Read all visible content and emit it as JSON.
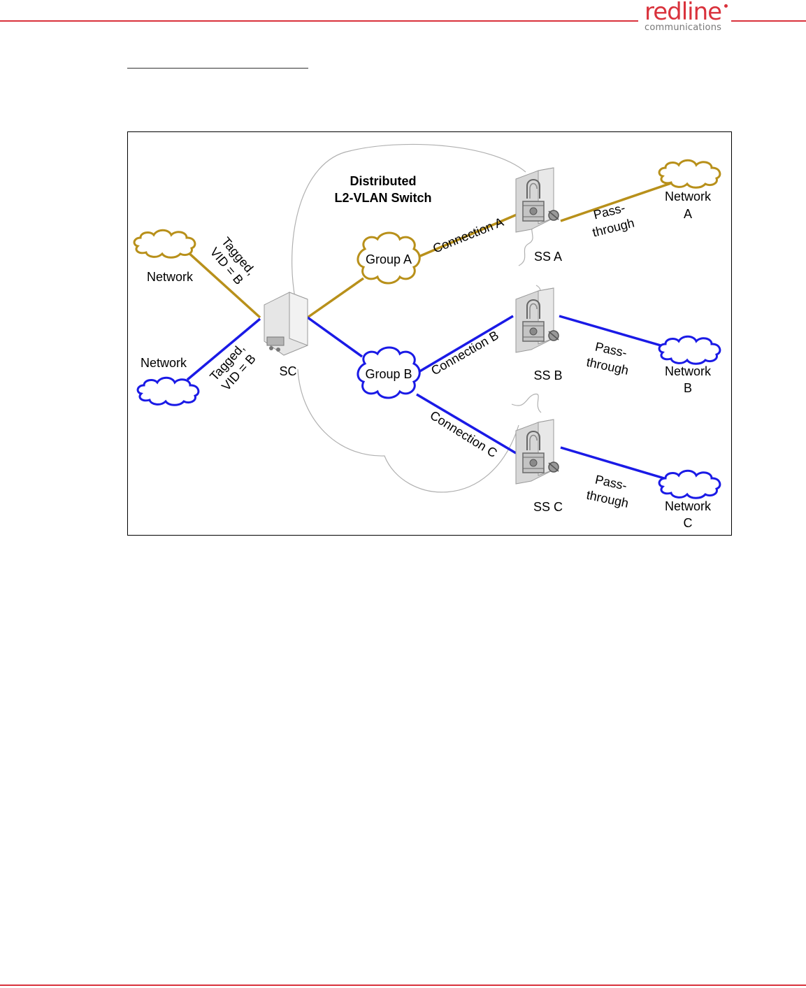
{
  "header": {
    "logo_text": "redline",
    "logo_subtext": "communications",
    "accent_color": "#d9323c"
  },
  "diagram": {
    "title_line1": "Distributed",
    "title_line2": "L2-VLAN Switch",
    "colors": {
      "group_a": "#b8901a",
      "group_b": "#1a1ae6",
      "switch_outline": "#b0b0b0"
    },
    "left_network_top": {
      "label": "Network",
      "link_line1": "Tagged,",
      "link_line2": "VID = B"
    },
    "left_network_bottom": {
      "label": "Network",
      "link_line1": "Tagged,",
      "link_line2": "VID = B"
    },
    "sector_controller": "SC",
    "groups": [
      {
        "label": "Group A"
      },
      {
        "label": "Group B"
      }
    ],
    "connections": [
      {
        "label": "Connection A"
      },
      {
        "label": "Connection B"
      },
      {
        "label": "Connection C"
      }
    ],
    "subscribers": [
      {
        "label": "SS A"
      },
      {
        "label": "SS B"
      },
      {
        "label": "SS C"
      }
    ],
    "pass_through": [
      {
        "line1": "Pass-",
        "line2": "through"
      },
      {
        "line1": "Pass-",
        "line2": "through"
      },
      {
        "line1": "Pass-",
        "line2": "through"
      }
    ],
    "remote_networks": [
      {
        "line1": "Network",
        "line2": "A"
      },
      {
        "line1": "Network",
        "line2": "B"
      },
      {
        "line1": "Network",
        "line2": "C"
      }
    ]
  }
}
